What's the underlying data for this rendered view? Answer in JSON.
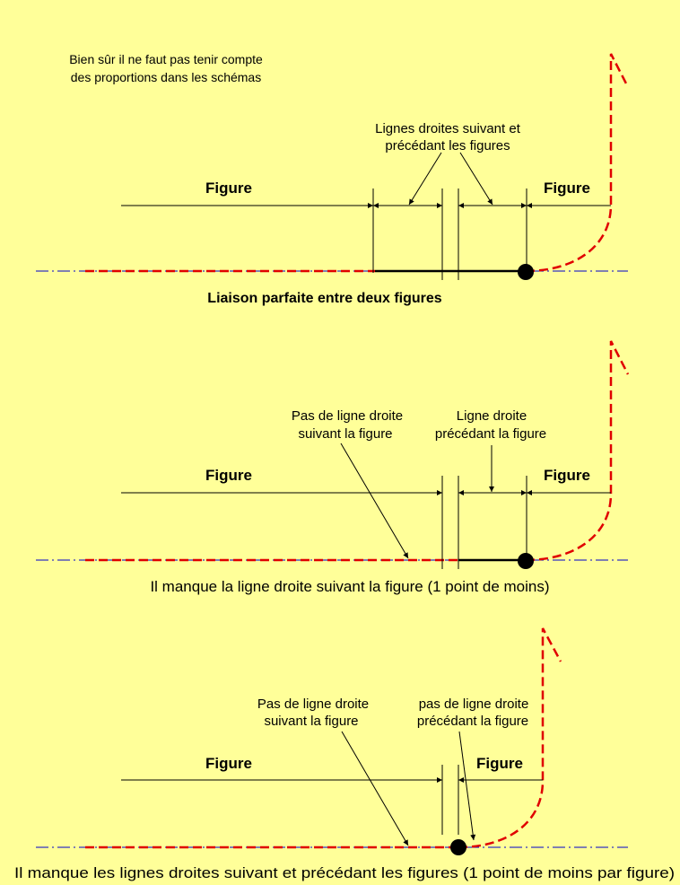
{
  "note": {
    "line1": "Bien sûr il ne faut pas tenir compte",
    "line2": "des proportions dans les schémas"
  },
  "panel1": {
    "callout": [
      "Lignes droites suivant et",
      "précédant les figures"
    ],
    "figure_left": "Figure",
    "figure_right": "Figure",
    "caption": "Liaison parfaite entre deux figures"
  },
  "panel2": {
    "callout_left": [
      "Pas de ligne droite",
      "suivant la figure"
    ],
    "callout_right": [
      "Ligne droite",
      "précédant la figure"
    ],
    "figure_left": "Figure",
    "figure_right": "Figure",
    "caption": "Il manque la ligne droite suivant la figure (1 point de moins)"
  },
  "panel3": {
    "callout_left": [
      "Pas de ligne droite",
      "suivant la figure"
    ],
    "callout_right": [
      "pas de ligne droite",
      "précédant la figure"
    ],
    "figure_left": "Figure",
    "figure_right": "Figure",
    "caption": "Il manque les lignes droites suivant et précédant les figures (1 point de moins par figure)"
  },
  "colors": {
    "background": "#FFFF99",
    "trajectory_red": "#E00000",
    "axis_blue": "#0000CC",
    "ink": "#000000"
  }
}
